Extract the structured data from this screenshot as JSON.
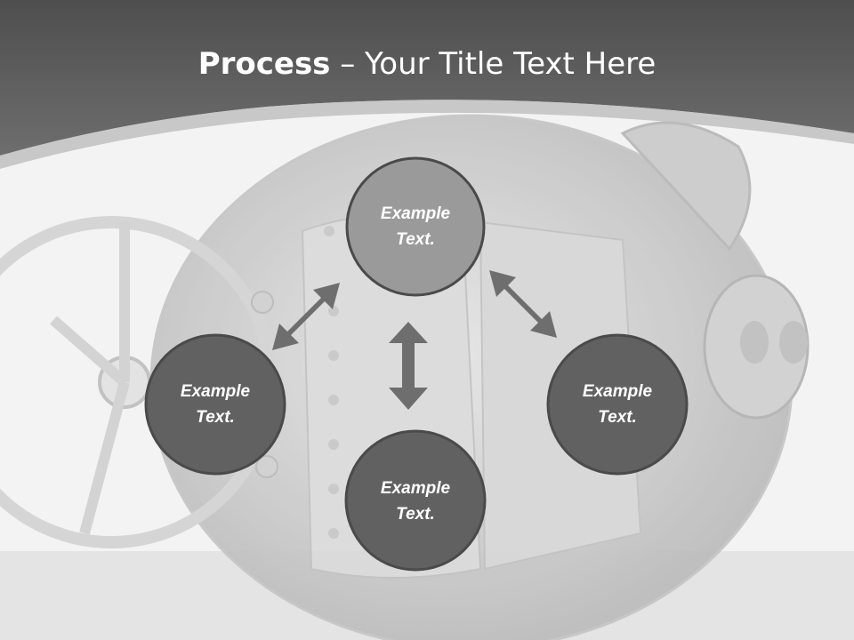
{
  "slide": {
    "title_bold": "Process",
    "title_rest": " – Your Title Text Here"
  },
  "nodes": [
    {
      "id": "top",
      "line1": "Example",
      "line2": "Text."
    },
    {
      "id": "left",
      "line1": "Example",
      "line2": "Text."
    },
    {
      "id": "right",
      "line1": "Example",
      "line2": "Text."
    },
    {
      "id": "bottom",
      "line1": "Example",
      "line2": "Text."
    }
  ],
  "colors": {
    "header": "#5a5a5a",
    "node_light": "#9a9a9a",
    "node_dark": "#616161",
    "node_border": "#4a4a4a",
    "arrow": "#6e6e6e"
  }
}
